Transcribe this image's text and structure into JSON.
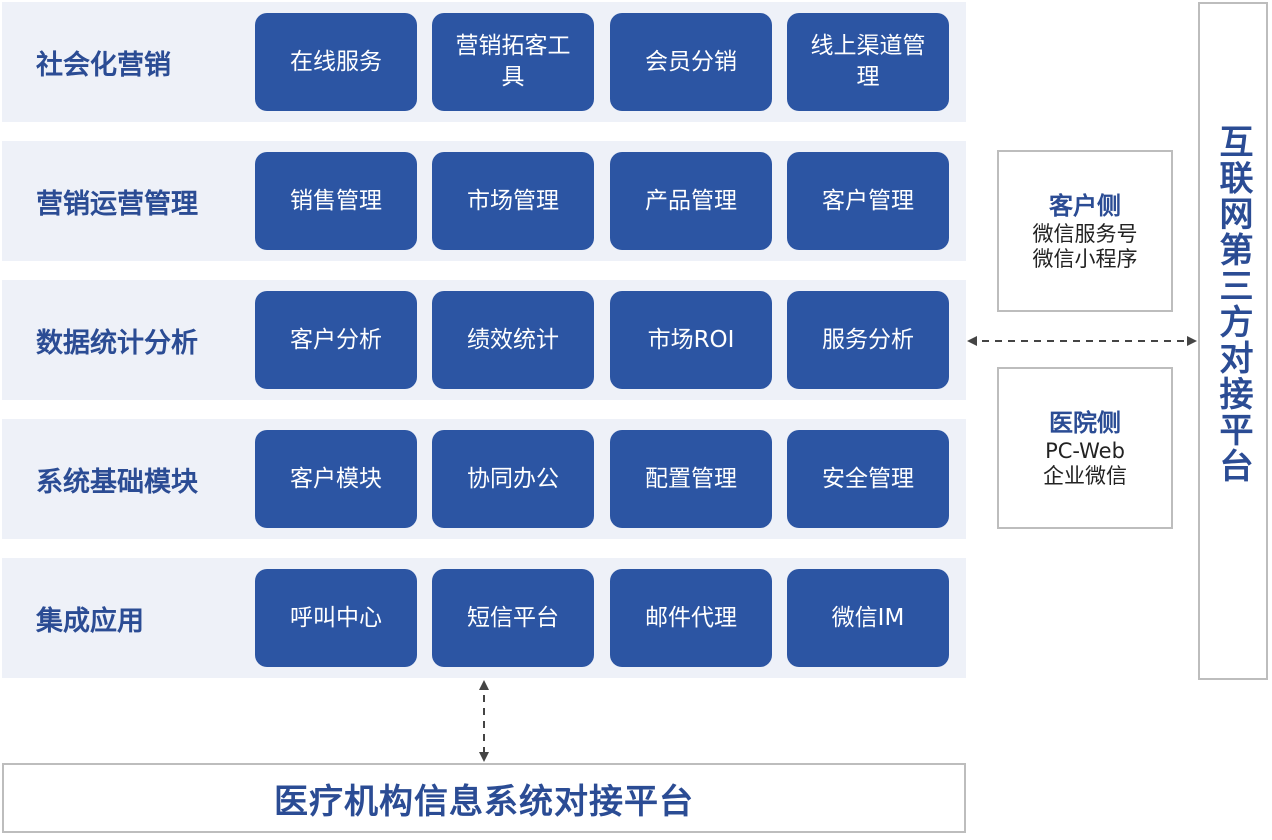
{
  "layers": [
    {
      "title": "社会化营销",
      "modules": [
        "在线服务",
        "营销拓客工具",
        "会员分销",
        "线上渠道管理"
      ]
    },
    {
      "title": "营销运营管理",
      "modules": [
        "销售管理",
        "市场管理",
        "产品管理",
        "客户管理"
      ]
    },
    {
      "title": "数据统计分析",
      "modules": [
        "客户分析",
        "绩效统计",
        "市场ROI",
        "服务分析"
      ]
    },
    {
      "title": "系统基础模块",
      "modules": [
        "客户模块",
        "协同办公",
        "配置管理",
        "安全管理"
      ]
    },
    {
      "title": "集成应用",
      "modules": [
        "呼叫中心",
        "短信平台",
        "邮件代理",
        "微信IM"
      ]
    }
  ],
  "client_side": {
    "title": "客户侧",
    "lines": [
      "微信服务号",
      "微信小程序"
    ]
  },
  "hospital_side": {
    "title": "医院侧",
    "lines": [
      "PC-Web",
      "企业微信"
    ]
  },
  "third_party_platform": "互联网第三方对接平台",
  "bottom_platform": "医疗机构信息系统对接平台",
  "colors": {
    "module_fill": "#2c55a3",
    "title_text": "#2b4c94",
    "band_fill": "#eef1f8",
    "border": "#bdbdbd"
  }
}
